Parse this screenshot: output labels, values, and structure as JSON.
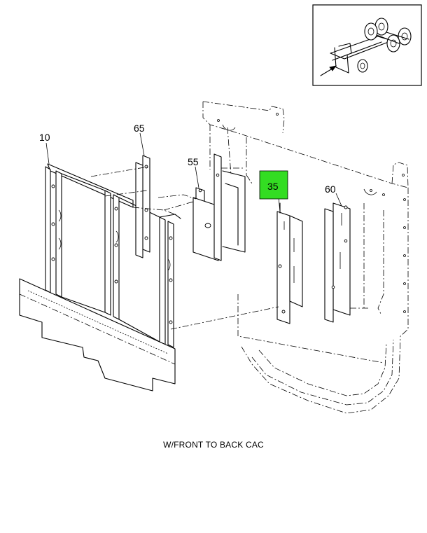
{
  "diagram": {
    "caption": "W/FRONT TO BACK CAC",
    "highlight_color": "#33dd22",
    "callouts": [
      {
        "id": "10",
        "label": "10",
        "highlighted": false
      },
      {
        "id": "65",
        "label": "65",
        "highlighted": false
      },
      {
        "id": "55",
        "label": "55",
        "highlighted": false
      },
      {
        "id": "35",
        "label": "35",
        "highlighted": true
      },
      {
        "id": "60",
        "label": "60",
        "highlighted": false
      }
    ],
    "locator_inset": {
      "icon": "truck-chassis-locator-icon",
      "pointer": "arrow-icon"
    }
  }
}
